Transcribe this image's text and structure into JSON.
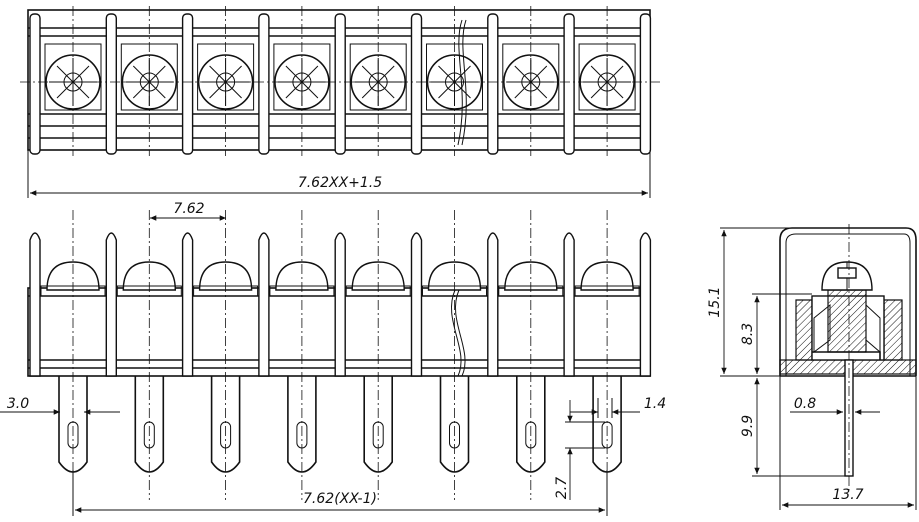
{
  "drawing": {
    "pole_count_drawn": 8,
    "dimensions": {
      "total_length": "7.62XX+1.5",
      "pitch": "7.62",
      "pin_span": "7.62(XX-1)",
      "pin_width": "3.0",
      "pin_thickness_front": "1.4",
      "slot_height": "2.7",
      "overall_height": "15.1",
      "body_height": "8.3",
      "pin_length": "9.9",
      "pin_thickness": "0.8",
      "depth": "13.7"
    }
  }
}
